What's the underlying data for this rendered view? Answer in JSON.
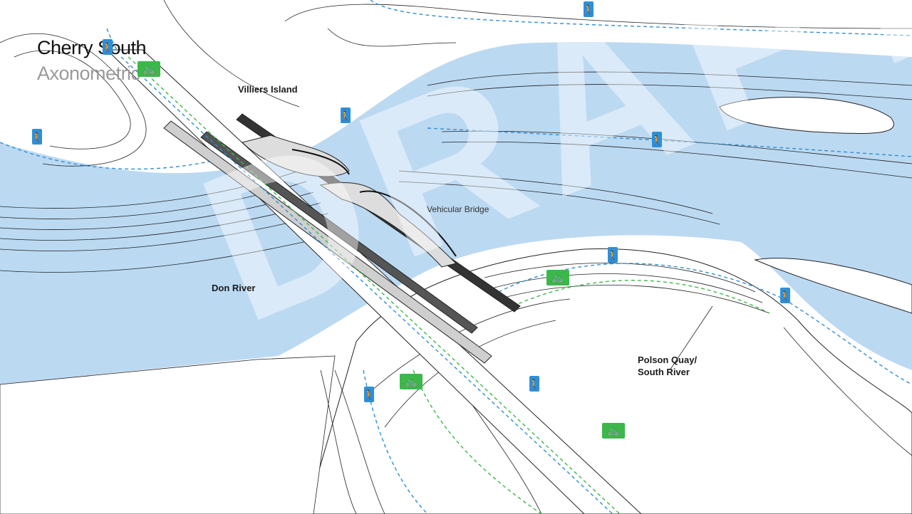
{
  "title": "Cherry South",
  "subtitle": "Axonometric",
  "watermark": "DRAFT",
  "labels": {
    "villiers_island": "Villiers Island",
    "vehicular_bridge": "Vehicular Bridge",
    "don_river": "Don River",
    "polson_quay": "Polson Quay/",
    "south_river": "South River"
  },
  "colors": {
    "water": "#bcd9f2",
    "pedestrian_path": "#2f8fd6",
    "cycle_path": "#3cb84a",
    "bridge_deck": "#cfcfcf"
  },
  "icons": {
    "pedestrian": "pedestrian-icon",
    "bicycle": "bicycle-icon"
  }
}
